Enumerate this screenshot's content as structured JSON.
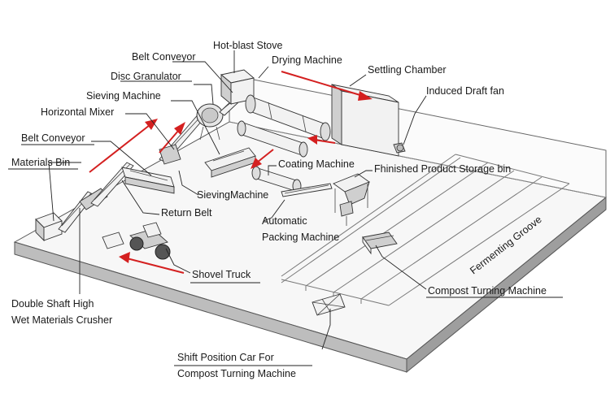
{
  "labels": {
    "hot_blast_stove": "Hot-blast Stove",
    "belt_conveyor_top": "Belt Conveyor",
    "drying_machine": "Drying Machine",
    "disc_granulator": "Disc Granulator",
    "settling_chamber": "Settling Chamber",
    "sieving_machine_top": "Sieving Machine",
    "induced_draft_fan": "Induced Draft fan",
    "horizontal_mixer": "Horizontal Mixer",
    "belt_conveyor_left": "Belt Conveyor",
    "materials_bin": "Materials Bin",
    "coating_machine": "Coating Machine",
    "finished_storage_bin": "Fhinished Product Storage bin",
    "sieving_machine_mid": "SievingMachine",
    "return_belt": "Return Belt",
    "automatic_packing_1": "Automatic",
    "automatic_packing_2": "Packing Machine",
    "fermenting_groove": "Fermenting Groove",
    "shovel_truck": "Shovel Truck",
    "double_shaft_1": "Double Shaft High",
    "double_shaft_2": "Wet Materials Crusher",
    "compost_turning": "Compost Turning Machine",
    "shift_car_1": "Shift Position Car For",
    "shift_car_2": "Compost Turning Machine"
  },
  "colors": {
    "flow_arrow": "#d42020",
    "floor_top": "#f6f6f6",
    "floor_side": "#bdbdbd",
    "wall": "#fafafa"
  }
}
